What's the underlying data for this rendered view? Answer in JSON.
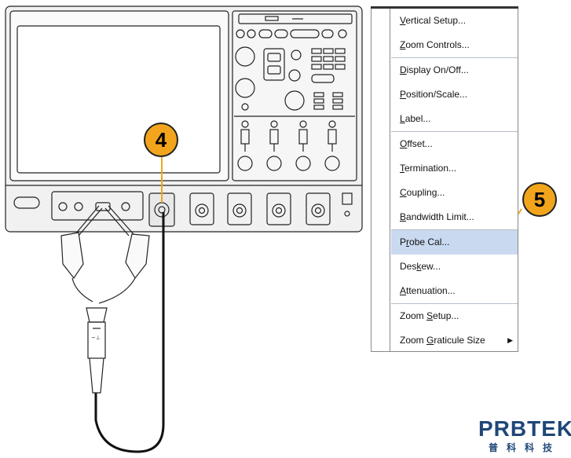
{
  "callouts": {
    "step4": "4",
    "step5": "5"
  },
  "menu": {
    "groups": [
      [
        {
          "label": "Vertical Setup...",
          "ul": "V"
        },
        {
          "label": "Zoom Controls...",
          "ul": "Z"
        }
      ],
      [
        {
          "label": "Display On/Off...",
          "ul": "D"
        },
        {
          "label": "Position/Scale...",
          "ul": "P"
        },
        {
          "label": "Label...",
          "ul": "L"
        }
      ],
      [
        {
          "label": "Offset...",
          "ul": "O"
        },
        {
          "label": "Termination...",
          "ul": "T"
        },
        {
          "label": "Coupling...",
          "ul": "C"
        },
        {
          "label": "Bandwidth Limit...",
          "ul": "B"
        }
      ],
      [
        {
          "label": "Probe Cal...",
          "ul": "r",
          "highlighted": true
        },
        {
          "label": "Deskew...",
          "ul": "k"
        },
        {
          "label": "Attenuation...",
          "ul": "A"
        }
      ],
      [
        {
          "label": "Zoom Setup...",
          "ul": "S"
        },
        {
          "label": "Zoom Graticule Size",
          "ul": "G",
          "submenu": true
        }
      ]
    ]
  },
  "logo": {
    "name": "PRBTEK",
    "subtitle": "普科科技"
  },
  "colors": {
    "callout": "#f2a51c",
    "logo": "#1f4778",
    "highlight": "#c9d9ef"
  }
}
